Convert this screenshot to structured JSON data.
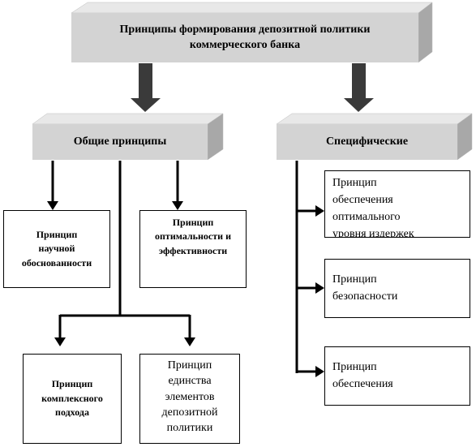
{
  "header": {
    "title_line1": "Принципы формирования депозитной политики",
    "title_line2": "коммерческого банка"
  },
  "groups": {
    "general": "Общие принципы",
    "specific": "Специфические"
  },
  "general_boxes": {
    "scientific": [
      "Принцип",
      "научной",
      "обоснованности"
    ],
    "optimality": [
      "Принцип",
      "оптимальности и",
      "эффективности"
    ],
    "complex": [
      "Принцип",
      "комплексного",
      "подхода"
    ],
    "unity": [
      "Принцип",
      "единства",
      "элементов",
      "депозитной",
      "политики"
    ]
  },
  "specific_boxes": {
    "optimal_costs": [
      "Принцип",
      "обеспечения",
      "оптимального",
      "уровня издержек"
    ],
    "safety": [
      "Принцип",
      "безопасности"
    ],
    "provision": [
      "Принцип",
      "обеспечения"
    ]
  },
  "colors": {
    "bevel_face": "#d3d3d3",
    "bevel_side": "#a8a8a8",
    "bevel_top": "#e8e8e8",
    "arrow": "#3a3a3a",
    "line": "#000000"
  }
}
